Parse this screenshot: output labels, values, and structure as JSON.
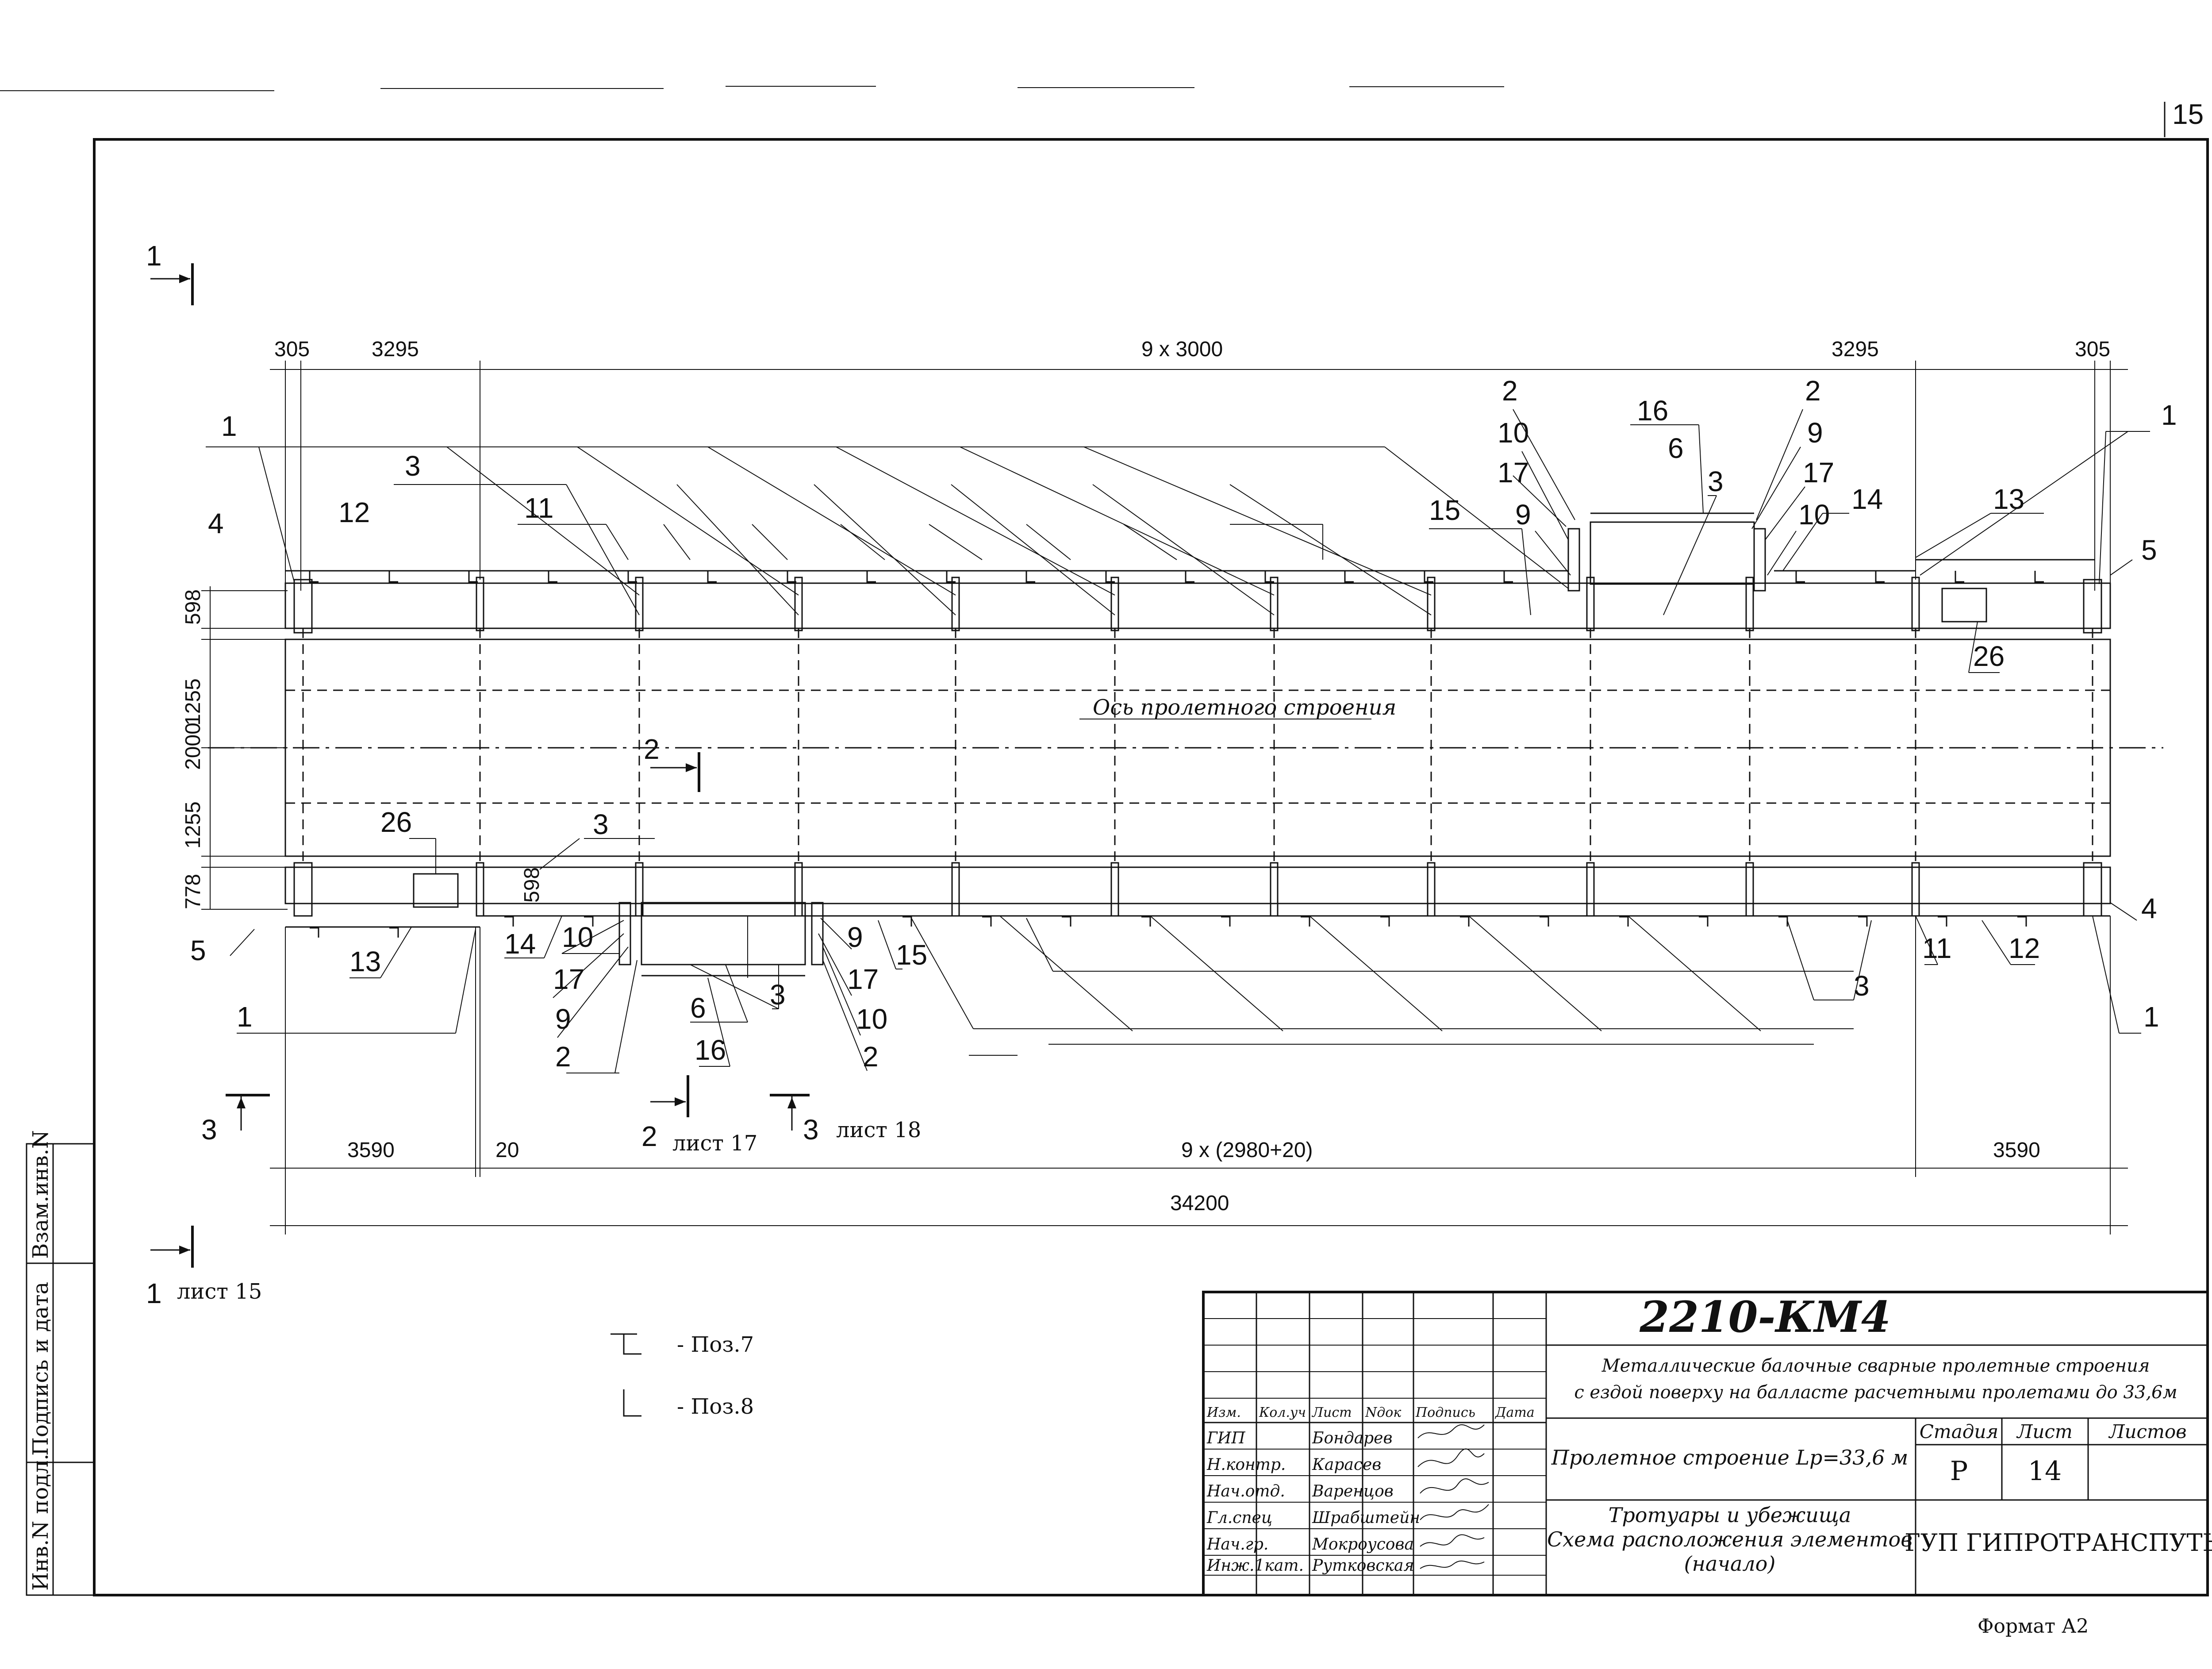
{
  "drawing": {
    "code": "2210-КМ4",
    "sheet_corner_number": "15",
    "description_line1": "Металлические балочные сварные пролетные строения",
    "description_line2": "с ездой поверху на балласте расчетными пролетами до 33,6м",
    "element_title": "Пролетное строение Lp=33,6 м",
    "sheet_title_line1": "Тротуары и убежища",
    "sheet_title_line2": "Схема расположения элементов",
    "sheet_title_line3": "(начало)",
    "organization": "ГУП ГИПРОТРАНСПУТЬ",
    "stage_label": "Стадия",
    "stage_value": "Р",
    "sheet_label": "Лист",
    "sheet_value": "14",
    "sheets_label": "Листов",
    "format_label": "Формат А2",
    "axis_label": "Ось пролетного строения"
  },
  "title_block": {
    "headers": [
      "Изм.",
      "Кол.уч",
      "Лист",
      "Nдок",
      "Подпись",
      "Дата"
    ],
    "roles": [
      {
        "role": "ГИП",
        "name": "Бондарев"
      },
      {
        "role": "Н.контр.",
        "name": "Карасев"
      },
      {
        "role": "Нач.отд.",
        "name": "Варенцов"
      },
      {
        "role": "Гл.спец",
        "name": "Шрабштейн"
      },
      {
        "role": "Нач.гр.",
        "name": "Мокроусова"
      },
      {
        "role": "Инж.1кат.",
        "name": "Рутковская"
      }
    ]
  },
  "side_stamp": {
    "inv_podl": "Инв.N подл.",
    "podpis_data": "Подпись и дата",
    "vzam_inv": "Взам.инв.N"
  },
  "legend": [
    {
      "symbol": "Т",
      "text": "- Поз.7"
    },
    {
      "symbol": "L",
      "text": "- Поз.8"
    }
  ],
  "dimensions": {
    "top": [
      "305",
      "3295",
      "9 x 3000",
      "3295",
      "305"
    ],
    "bottom": [
      "3590",
      "20",
      "9 x (2980+20)",
      "3590"
    ],
    "total": "34200",
    "left_vertical": [
      "598",
      "1255",
      "2000",
      "1255",
      "778"
    ],
    "inner_598": "598"
  },
  "sections": [
    {
      "num": "1",
      "ref": ""
    },
    {
      "num": "1",
      "ref": "лист 15"
    },
    {
      "num": "2",
      "ref": ""
    },
    {
      "num": "2",
      "ref": "лист 17"
    },
    {
      "num": "3",
      "ref": ""
    },
    {
      "num": "3",
      "ref": "лист 18"
    }
  ],
  "positions_top": [
    "1",
    "4",
    "12",
    "3",
    "11",
    "2",
    "10",
    "17",
    "9",
    "15",
    "16",
    "6",
    "3",
    "2",
    "9",
    "17",
    "10",
    "14",
    "13",
    "1",
    "5",
    "26"
  ],
  "positions_bottom": [
    "26",
    "3",
    "5",
    "13",
    "14",
    "10",
    "17",
    "9",
    "1",
    "2",
    "6",
    "3",
    "16",
    "9",
    "17",
    "10",
    "2",
    "15",
    "3",
    "11",
    "12",
    "4",
    "1"
  ]
}
